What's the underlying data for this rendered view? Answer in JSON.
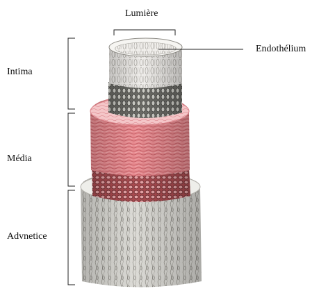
{
  "labels": {
    "lumen": "Lumière",
    "endothelium": "Endothélium",
    "intima": "Intima",
    "media": "Média",
    "adventitia": "Advnetice"
  }
}
